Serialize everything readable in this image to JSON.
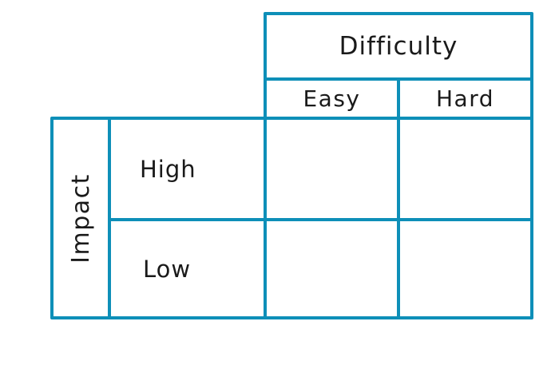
{
  "diagram": {
    "column_group": {
      "label": "Difficulty",
      "columns": [
        "Easy",
        "Hard"
      ]
    },
    "row_group": {
      "label": "Impact",
      "rows": [
        "High",
        "Low"
      ]
    },
    "cells": {
      "high_easy": "",
      "high_hard": "",
      "low_easy": "",
      "low_hard": ""
    }
  },
  "colors": {
    "border": "#0E8FB8",
    "text": "#1A1A1A",
    "background": "#FFFFFF"
  }
}
